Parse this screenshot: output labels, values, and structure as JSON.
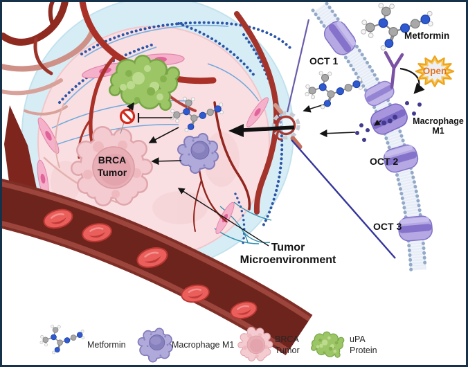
{
  "scene": {
    "brca_tumor_label": "BRCA\nTumor",
    "tumor_microenvironment_label": "Tumor\nMicroenvironment"
  },
  "membrane_panel": {
    "metformin_label": "Metformin",
    "oct1_label": "OCT 1",
    "oct2_label": "OCT 2",
    "oct3_label": "OCT 3",
    "open_badge": "Open",
    "macrophage_label": "Macrophage\nM1"
  },
  "legend": {
    "items": [
      {
        "icon": "metformin-molecule-icon",
        "label": "Metformin"
      },
      {
        "icon": "macrophage-m1-icon",
        "label": "Macrophage M1"
      },
      {
        "icon": "brca-tumor-icon",
        "label": "BRCA\nTumor"
      },
      {
        "icon": "upa-protein-icon",
        "label": "uPA\nProtein"
      }
    ]
  },
  "colors": {
    "frame_border": "#16324a",
    "microenvironment_outer_blue": "#d7edf5",
    "microenvironment_inner_pink": "#fadfe2",
    "vessel_wall": "#9c453c",
    "vessel_lumen": "#6d241d",
    "red_blood_cell": "#ea5f5c",
    "upa_protein_green": "#9cc565",
    "macrophage_purple": "#b0aadb",
    "tumor_pink": "#f4cbd0",
    "membrane_bead_blue": "#93a9c7",
    "channel_purple": "#b5a8e3",
    "metformin_nitrogen_blue": "#2e59cf",
    "open_text_orange": "#e2731f",
    "star_outline_yellow": "#f0a41a",
    "inhibition_red": "#d42a1e",
    "metformin_dot_indigo": "#413a8e",
    "zoom_guide_line_purple": "#34359c"
  }
}
